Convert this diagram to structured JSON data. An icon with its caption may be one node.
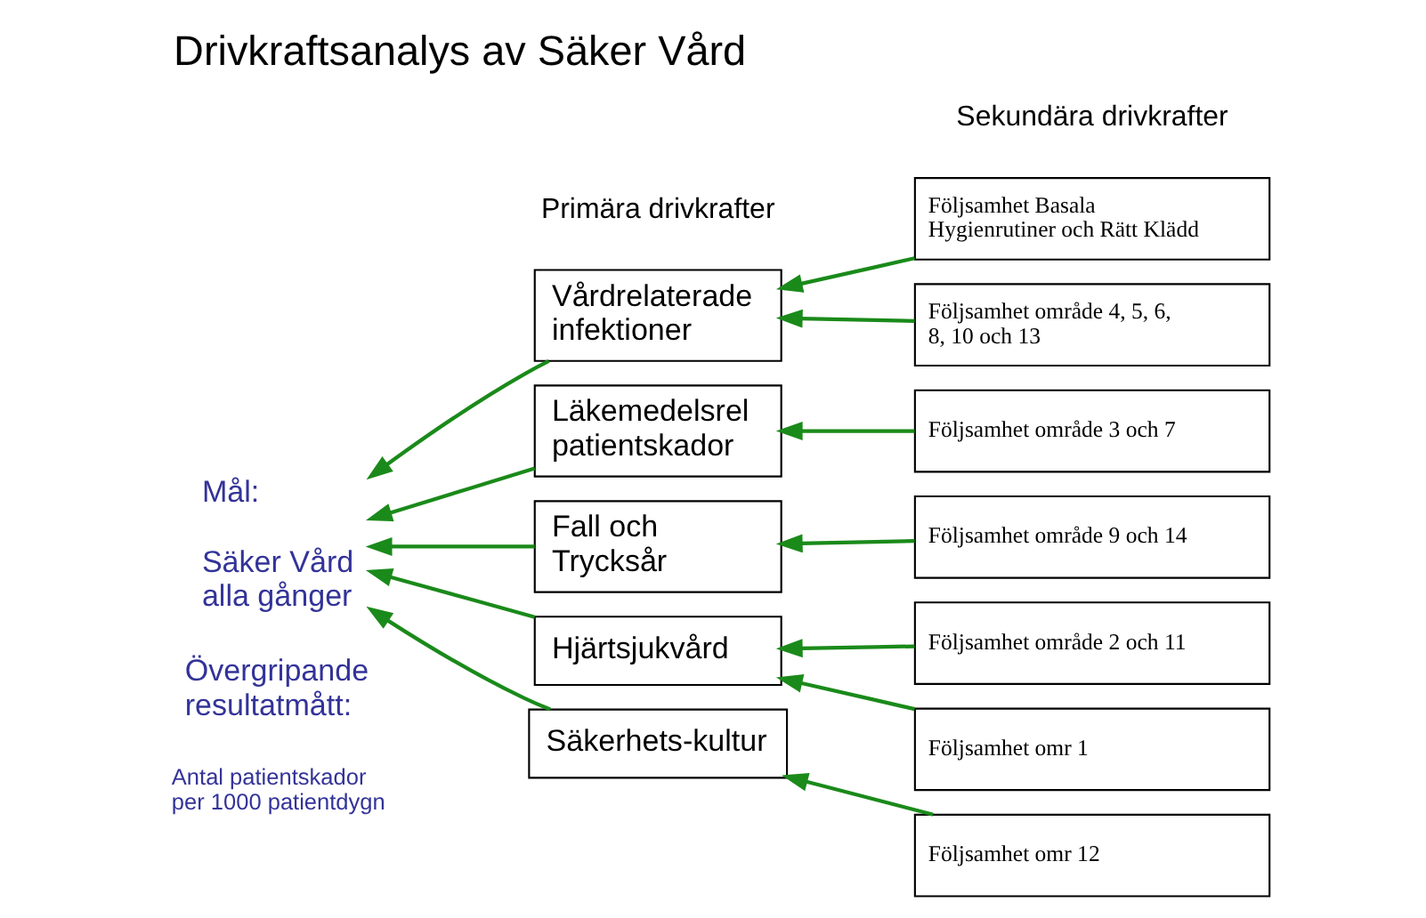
{
  "diagram": {
    "title": "Drivkraftsanalys av Säker Vård",
    "nodes": [
      {
        "text": [
          "Mål:",
          "Säker Vård alla gånger"
        ]
      },
      {
        "text": [
          "Vårdrelaterade infektioner"
        ]
      },
      {
        "text": [
          "Läkemedelsrel patientskador"
        ]
      },
      {
        "text": [
          "Fall och Trycksår"
        ]
      },
      {
        "text": [
          "Hjärtsjukvård"
        ]
      },
      {
        "text": [
          "Säkerhets-kultur"
        ]
      },
      {
        "text": [
          "Följsamhet Basala Hygienrutiner och Rätt Klädd"
        ]
      },
      {
        "text": [
          "Följsamhet område 4, 5, 6, 8, 10 och 13"
        ]
      },
      {
        "text": [
          "Följsamhet område 3 och 7"
        ]
      },
      {
        "text": [
          "Följsamhet område 9 och 14"
        ]
      },
      {
        "text": [
          "Följsamhet område 2 och 11"
        ]
      },
      {
        "text": [
          "Följsamhet omr 1"
        ]
      },
      {
        "text": [
          "Följsamhet omr 12"
        ]
      }
    ],
    "edges": [
      {
        "from": 1,
        "to": 0,
        "arrow": "to"
      },
      {
        "from": 2,
        "to": 0,
        "arrow": "to"
      },
      {
        "from": 3,
        "to": 0,
        "arrow": "to"
      },
      {
        "from": 4,
        "to": 0,
        "arrow": "to"
      },
      {
        "from": 5,
        "to": 0,
        "arrow": "to"
      },
      {
        "from": 6,
        "to": 1,
        "arrow": "to"
      },
      {
        "from": 7,
        "to": 1,
        "arrow": "to"
      },
      {
        "from": 8,
        "to": 2,
        "arrow": "to"
      },
      {
        "from": 9,
        "to": 3,
        "arrow": "to"
      },
      {
        "from": 10,
        "to": 4,
        "arrow": "to"
      },
      {
        "from": 11,
        "to": 4,
        "arrow": "to"
      },
      {
        "from": 12,
        "to": 5,
        "arrow": "to"
      }
    ],
    "labels": [
      "Primära drivkrafter",
      "Sekundära drivkrafter",
      "Övergripande resultatmått:",
      "Antal patientskador per 1000 patientdygn"
    ]
  }
}
